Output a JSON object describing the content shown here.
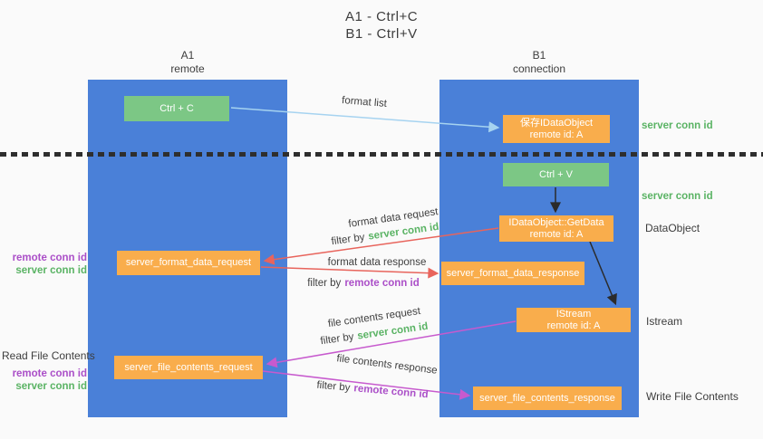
{
  "title": {
    "line1": "A1 - Ctrl+C",
    "line2": "B1 - Ctrl+V"
  },
  "columns": {
    "a": {
      "name": "A1",
      "role": "remote"
    },
    "b": {
      "name": "B1",
      "role": "connection"
    }
  },
  "nodes": {
    "ctrl_c": {
      "label": "Ctrl + C"
    },
    "save_dataobject": {
      "line1": "保存IDataObject",
      "line2": "remote id: A"
    },
    "ctrl_v": {
      "label": "Ctrl + V"
    },
    "getdata": {
      "line1": "IDataObject::GetData",
      "line2": "remote id: A"
    },
    "format_request": {
      "label": "server_format_data_request"
    },
    "format_response": {
      "label": "server_format_data_response"
    },
    "istream": {
      "line1": "IStream",
      "line2": "remote id: A"
    },
    "file_request": {
      "label": "server_file_contents_request"
    },
    "file_response": {
      "label": "server_file_contents_response"
    }
  },
  "arrow_labels": {
    "format_list": "format list",
    "format_data_request": "format data request",
    "format_data_response": "format data response",
    "file_contents_request": "file contents request",
    "file_contents_response": "file contents response",
    "filter_by": "filter by",
    "server_conn_id": "server conn id",
    "remote_conn_id": "remote conn id"
  },
  "side_labels": {
    "server_conn_id_top": "server conn id",
    "server_conn_id_mid": "server conn id",
    "dataobject": "DataObject",
    "istream": "Istream",
    "write_file_contents": "Write File Contents",
    "read_file_contents": "Read File Contents",
    "remote_conn_id_upper": "remote conn id",
    "server_conn_id_upper": "server conn id",
    "remote_conn_id_lower": "remote conn id",
    "server_conn_id_lower": "server conn id"
  },
  "colors": {
    "column_blue": "#4a80d8",
    "node_green": "#7cc785",
    "node_orange": "#f9ad4c",
    "arrow_red": "#e8645c",
    "arrow_magenta": "#c75ace",
    "arrow_lightblue": "#a6d3f0",
    "arrow_black": "#2b2b2b",
    "text_green": "#5ab364",
    "text_purple": "#ab4fc8"
  }
}
